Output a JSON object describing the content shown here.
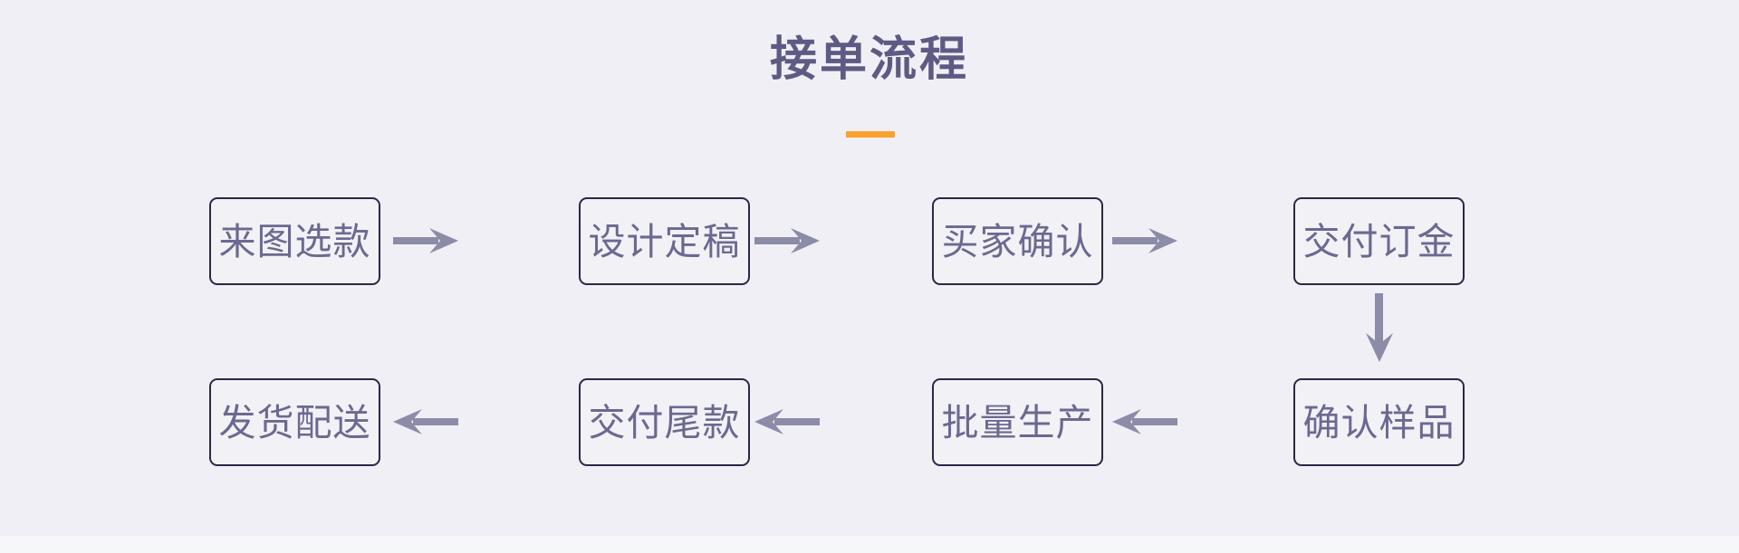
{
  "page": {
    "background_color": "#f0eff5",
    "bottom_strip_color": "#f6f7f9"
  },
  "header": {
    "title": "接单流程",
    "title_color": "#5d5b84",
    "accent_color": "#f9a22e"
  },
  "flow": {
    "node_border_color": "#2b2747",
    "node_text_color": "#6b6991",
    "node_fill_color": "#f2f1f6",
    "arrow_color": "#8c8ca8",
    "rows": [
      {
        "direction": "right",
        "nodes": [
          {
            "label": "来图选款",
            "step": 1
          },
          {
            "label": "设计定稿",
            "step": 2
          },
          {
            "label": "买家确认",
            "step": 3
          },
          {
            "label": "交付订金",
            "step": 4
          }
        ]
      },
      {
        "direction": "left",
        "nodes": [
          {
            "label": "发货配送",
            "step": 8
          },
          {
            "label": "交付尾款",
            "step": 7
          },
          {
            "label": "批量生产",
            "step": 6
          },
          {
            "label": "确认样品",
            "step": 5
          }
        ]
      }
    ],
    "connectors": [
      {
        "name": "arrow-row1-1to2",
        "icon": "arrow-right-icon"
      },
      {
        "name": "arrow-row1-2to3",
        "icon": "arrow-right-icon"
      },
      {
        "name": "arrow-row1-3to4",
        "icon": "arrow-right-icon"
      },
      {
        "name": "arrow-row1to2-down",
        "icon": "arrow-down-icon"
      },
      {
        "name": "arrow-row2-4to3",
        "icon": "arrow-left-icon"
      },
      {
        "name": "arrow-row2-3to2",
        "icon": "arrow-left-icon"
      },
      {
        "name": "arrow-row2-2to1",
        "icon": "arrow-left-icon"
      }
    ]
  }
}
